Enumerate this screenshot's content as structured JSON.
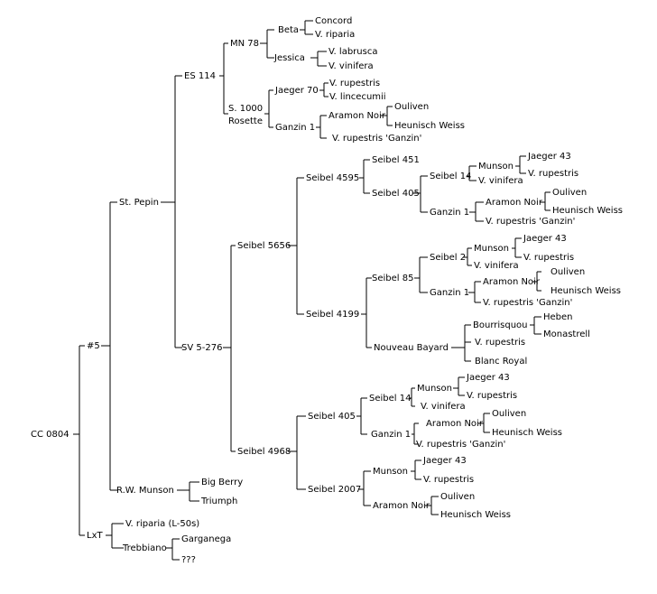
{
  "tree": {
    "label": "CC 0804",
    "children": [
      {
        "label": "#5",
        "children": [
          {
            "label": "St. Pepin",
            "children": [
              {
                "label": "ES 114",
                "children": [
                  {
                    "label": "MN 78",
                    "children": [
                      {
                        "label": "Beta",
                        "children": [
                          {
                            "label": "Concord"
                          },
                          {
                            "label": "V. riparia"
                          }
                        ]
                      },
                      {
                        "label": "Jessica",
                        "children": [
                          {
                            "label": "V. labrusca"
                          },
                          {
                            "label": "V. vinifera"
                          }
                        ]
                      }
                    ]
                  },
                  {
                    "label": "S. 1000 Rosette",
                    "children": [
                      {
                        "label": "Jaeger 70",
                        "children": [
                          {
                            "label": "V. rupestris"
                          },
                          {
                            "label": "V. lincecumii"
                          }
                        ]
                      },
                      {
                        "label": "Ganzin 1",
                        "children": [
                          {
                            "label": "Aramon Noir",
                            "children": [
                              {
                                "label": "Ouliven"
                              },
                              {
                                "label": "Heunisch Weiss"
                              }
                            ]
                          },
                          {
                            "label": "V. rupestris 'Ganzin'"
                          }
                        ]
                      }
                    ]
                  }
                ]
              },
              {
                "label": "SV 5-276",
                "children": [
                  {
                    "label": "Seibel 5656",
                    "children": [
                      {
                        "label": "Seibel 4595",
                        "children": [
                          {
                            "label": "Seibel 451"
                          },
                          {
                            "label": "Seibel 405",
                            "children": [
                              {
                                "label": "Seibel 14",
                                "children": [
                                  {
                                    "label": "Munson",
                                    "children": [
                                      {
                                        "label": "Jaeger 43"
                                      },
                                      {
                                        "label": "V. rupestris"
                                      }
                                    ]
                                  },
                                  {
                                    "label": "V. vinifera"
                                  }
                                ]
                              },
                              {
                                "label": "Ganzin 1",
                                "children": [
                                  {
                                    "label": "Aramon Noir",
                                    "children": [
                                      {
                                        "label": "Ouliven"
                                      },
                                      {
                                        "label": "Heunisch Weiss"
                                      }
                                    ]
                                  },
                                  {
                                    "label": "V. rupestris 'Ganzin'"
                                  }
                                ]
                              }
                            ]
                          }
                        ]
                      },
                      {
                        "label": "Seibel 4199",
                        "children": [
                          {
                            "label": "Seibel 85",
                            "children": [
                              {
                                "label": "Seibel 2",
                                "children": [
                                  {
                                    "label": "Munson",
                                    "children": [
                                      {
                                        "label": "Jaeger 43"
                                      },
                                      {
                                        "label": "V. rupestris"
                                      }
                                    ]
                                  },
                                  {
                                    "label": "V. vinifera"
                                  }
                                ]
                              },
                              {
                                "label": "Ganzin 1",
                                "children": [
                                  {
                                    "label": "Aramon Noir",
                                    "children": [
                                      {
                                        "label": "Ouliven"
                                      },
                                      {
                                        "label": "Heunisch Weiss"
                                      }
                                    ]
                                  },
                                  {
                                    "label": "V. rupestris 'Ganzin'"
                                  }
                                ]
                              }
                            ]
                          },
                          {
                            "label": "Nouveau Bayard",
                            "children": [
                              {
                                "label": "Bourrisquou",
                                "children": [
                                  {
                                    "label": "Heben"
                                  },
                                  {
                                    "label": "Monastrell"
                                  }
                                ]
                              },
                              {
                                "label": "V. rupestris"
                              },
                              {
                                "label": "Blanc Royal"
                              }
                            ]
                          }
                        ]
                      }
                    ]
                  },
                  {
                    "label": "Seibel 4968",
                    "children": [
                      {
                        "label": "Seibel 405",
                        "children": [
                          {
                            "label": "Seibel 14",
                            "children": [
                              {
                                "label": "Munson",
                                "children": [
                                  {
                                    "label": "Jaeger 43"
                                  },
                                  {
                                    "label": "V. rupestris"
                                  }
                                ]
                              },
                              {
                                "label": "V. vinifera"
                              }
                            ]
                          },
                          {
                            "label": "Ganzin 1",
                            "children": [
                              {
                                "label": "Aramon Noir",
                                "children": [
                                  {
                                    "label": "Ouliven"
                                  },
                                  {
                                    "label": "Heunisch Weiss"
                                  }
                                ]
                              },
                              {
                                "label": "V. rupestris 'Ganzin'"
                              }
                            ]
                          }
                        ]
                      },
                      {
                        "label": "Seibel 2007",
                        "children": [
                          {
                            "label": "Munson",
                            "children": [
                              {
                                "label": "Jaeger 43"
                              },
                              {
                                "label": "V. rupestris"
                              }
                            ]
                          },
                          {
                            "label": "Aramon Noir",
                            "children": [
                              {
                                "label": "Ouliven"
                              },
                              {
                                "label": "Heunisch Weiss"
                              }
                            ]
                          }
                        ]
                      }
                    ]
                  }
                ]
              }
            ]
          },
          {
            "label": "R.W. Munson",
            "children": [
              {
                "label": "Big Berry"
              },
              {
                "label": "Triumph"
              }
            ]
          }
        ]
      },
      {
        "label": "LxT",
        "children": [
          {
            "label": "V. riparia (L-50s)"
          },
          {
            "label": "Trebbiano",
            "children": [
              {
                "label": "Garganega"
              },
              {
                "label": "???"
              }
            ]
          }
        ]
      }
    ]
  }
}
